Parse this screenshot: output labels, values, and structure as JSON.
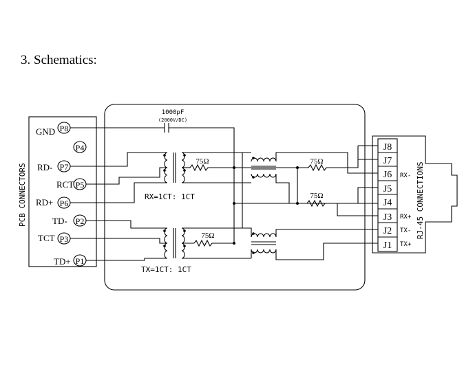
{
  "heading": "3. Schematics:",
  "pcb_side": {
    "label": "PCB CONNECTORS",
    "pins": [
      {
        "signal": "GND",
        "pin": "P8"
      },
      {
        "signal": "",
        "pin": "P4"
      },
      {
        "signal": "RD-",
        "pin": "P7"
      },
      {
        "signal": "RCT",
        "pin": "P5"
      },
      {
        "signal": "RD+",
        "pin": "P6"
      },
      {
        "signal": "TD-",
        "pin": "P2"
      },
      {
        "signal": "TCT",
        "pin": "P3"
      },
      {
        "signal": "TD+",
        "pin": "P1"
      }
    ]
  },
  "capacitor": {
    "value": "1000pF",
    "rating": "(2000V/DC)"
  },
  "transformers": {
    "rx": "RX=1CT: 1CT",
    "tx": "TX=1CT: 1CT"
  },
  "resistors": [
    "75Ω",
    "75Ω",
    "75Ω",
    "75Ω"
  ],
  "rj45_side": {
    "label": "RJ-45 CONNECTIONS",
    "jacks": [
      {
        "pin": "J8",
        "signal": ""
      },
      {
        "pin": "J7",
        "signal": ""
      },
      {
        "pin": "J6",
        "signal": "RX-"
      },
      {
        "pin": "J5",
        "signal": ""
      },
      {
        "pin": "J4",
        "signal": ""
      },
      {
        "pin": "J3",
        "signal": "RX+"
      },
      {
        "pin": "J2",
        "signal": "TX-"
      },
      {
        "pin": "J1",
        "signal": "TX+"
      }
    ]
  }
}
